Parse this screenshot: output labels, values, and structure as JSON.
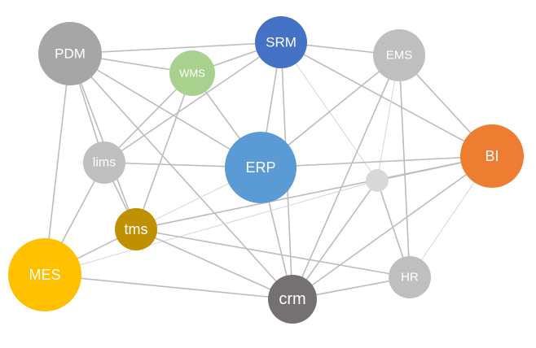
{
  "nodes": [
    {
      "id": "PDM",
      "label": "PDM",
      "color": "#a6a6a6"
    },
    {
      "id": "WMS",
      "label": "WMS",
      "color": "#a9d18e"
    },
    {
      "id": "SRM",
      "label": "SRM",
      "color": "#4472c4"
    },
    {
      "id": "EMS",
      "label": "EMS",
      "color": "#bfbfbf"
    },
    {
      "id": "lims",
      "label": "lims",
      "color": "#bfbfbf"
    },
    {
      "id": "ERP",
      "label": "ERP",
      "color": "#5b9bd5"
    },
    {
      "id": "small",
      "label": "",
      "color": "#d9d9d9"
    },
    {
      "id": "BI",
      "label": "BI",
      "color": "#ed7d31"
    },
    {
      "id": "tms",
      "label": "tms",
      "color": "#bf9000"
    },
    {
      "id": "MES",
      "label": "MES",
      "color": "#ffc000"
    },
    {
      "id": "crm",
      "label": "crm",
      "color": "#767171"
    },
    {
      "id": "HR",
      "label": "HR",
      "color": "#bfbfbf"
    }
  ],
  "edges": [
    [
      "PDM",
      "SRM"
    ],
    [
      "PDM",
      "WMS"
    ],
    [
      "PDM",
      "ERP"
    ],
    [
      "PDM",
      "lims"
    ],
    [
      "PDM",
      "MES"
    ],
    [
      "PDM",
      "crm"
    ],
    [
      "PDM",
      "tms"
    ],
    [
      "WMS",
      "SRM"
    ],
    [
      "WMS",
      "ERP"
    ],
    [
      "WMS",
      "lims"
    ],
    [
      "WMS",
      "tms"
    ],
    [
      "SRM",
      "EMS"
    ],
    [
      "SRM",
      "ERP"
    ],
    [
      "SRM",
      "lims"
    ],
    [
      "SRM",
      "BI"
    ],
    [
      "SRM",
      "small"
    ],
    [
      "SRM",
      "crm"
    ],
    [
      "EMS",
      "ERP"
    ],
    [
      "EMS",
      "BI"
    ],
    [
      "EMS",
      "HR"
    ],
    [
      "EMS",
      "crm"
    ],
    [
      "EMS",
      "small"
    ],
    [
      "lims",
      "ERP"
    ],
    [
      "lims",
      "MES"
    ],
    [
      "lims",
      "tms"
    ],
    [
      "ERP",
      "BI"
    ],
    [
      "ERP",
      "crm"
    ],
    [
      "ERP",
      "tms"
    ],
    [
      "small",
      "BI"
    ],
    [
      "small",
      "crm"
    ],
    [
      "small",
      "MES"
    ],
    [
      "small",
      "HR"
    ],
    [
      "BI",
      "crm"
    ],
    [
      "BI",
      "HR"
    ],
    [
      "BI",
      "tms"
    ],
    [
      "tms",
      "HR"
    ],
    [
      "tms",
      "crm"
    ],
    [
      "tms",
      "MES"
    ],
    [
      "MES",
      "crm"
    ],
    [
      "crm",
      "HR"
    ]
  ],
  "light_edges": [
    [
      "ERP",
      "tms"
    ],
    [
      "small",
      "MES"
    ],
    [
      "BI",
      "HR"
    ],
    [
      "SRM",
      "small"
    ],
    [
      "EMS",
      "small"
    ]
  ]
}
